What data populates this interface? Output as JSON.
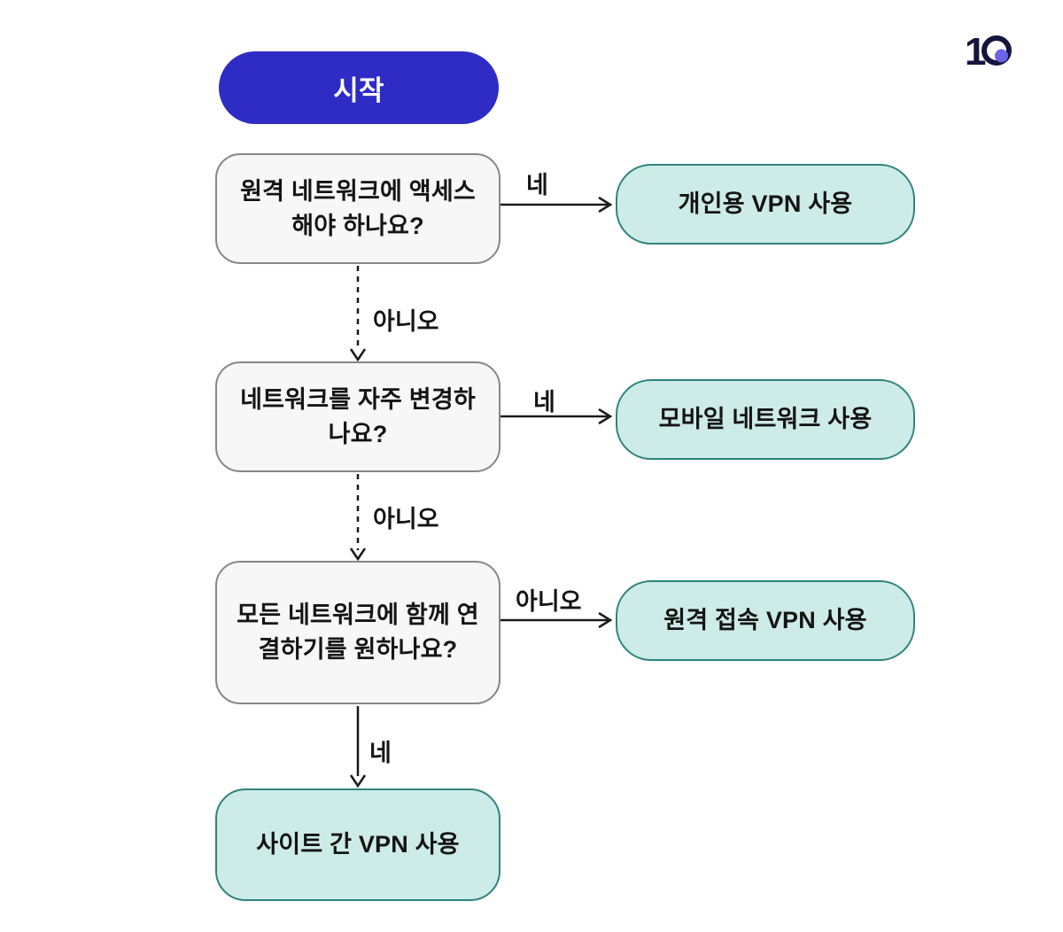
{
  "page": {
    "background": "#ffffff"
  },
  "logo": {
    "numeral": "1",
    "navy": "#15153E",
    "dot_color": "#6A64E6"
  },
  "flowchart": {
    "title_implied": "VPN selection flowchart",
    "nodes": [
      {
        "id": "start",
        "type": "start",
        "label": "시작"
      },
      {
        "id": "q1",
        "type": "question",
        "label": "원격 네트워크에 액세스 해야 하나요?"
      },
      {
        "id": "a1",
        "type": "result",
        "label": "개인용 VPN 사용"
      },
      {
        "id": "q2",
        "type": "question",
        "label": "네트워크를 자주 변경하나요?"
      },
      {
        "id": "a2",
        "type": "result",
        "label": "모바일 네트워크 사용"
      },
      {
        "id": "q3",
        "type": "question",
        "label": "모든 네트워크에 함께 연결하기를 원하나요?"
      },
      {
        "id": "a3",
        "type": "result",
        "label": "원격 접속 VPN 사용"
      },
      {
        "id": "a4",
        "type": "result",
        "label": "사이트 간 VPN 사용"
      }
    ],
    "edges": [
      {
        "from": "q1",
        "to": "a1",
        "label": "네",
        "style": "solid"
      },
      {
        "from": "q1",
        "to": "q2",
        "label": "아니오",
        "style": "dashed"
      },
      {
        "from": "q2",
        "to": "a2",
        "label": "네",
        "style": "solid"
      },
      {
        "from": "q2",
        "to": "q3",
        "label": "아니오",
        "style": "dashed"
      },
      {
        "from": "q3",
        "to": "a3",
        "label": "아니오",
        "style": "solid"
      },
      {
        "from": "q3",
        "to": "a4",
        "label": "네",
        "style": "solid"
      }
    ],
    "colors": {
      "start_fill": "#2E2CC5",
      "start_text": "#ffffff",
      "question_fill": "#F7F7F7",
      "question_border": "#878787",
      "result_fill": "#CDEBE7",
      "result_border": "#2F837C",
      "arrow": "#1A1A1A",
      "text": "#141414"
    }
  }
}
